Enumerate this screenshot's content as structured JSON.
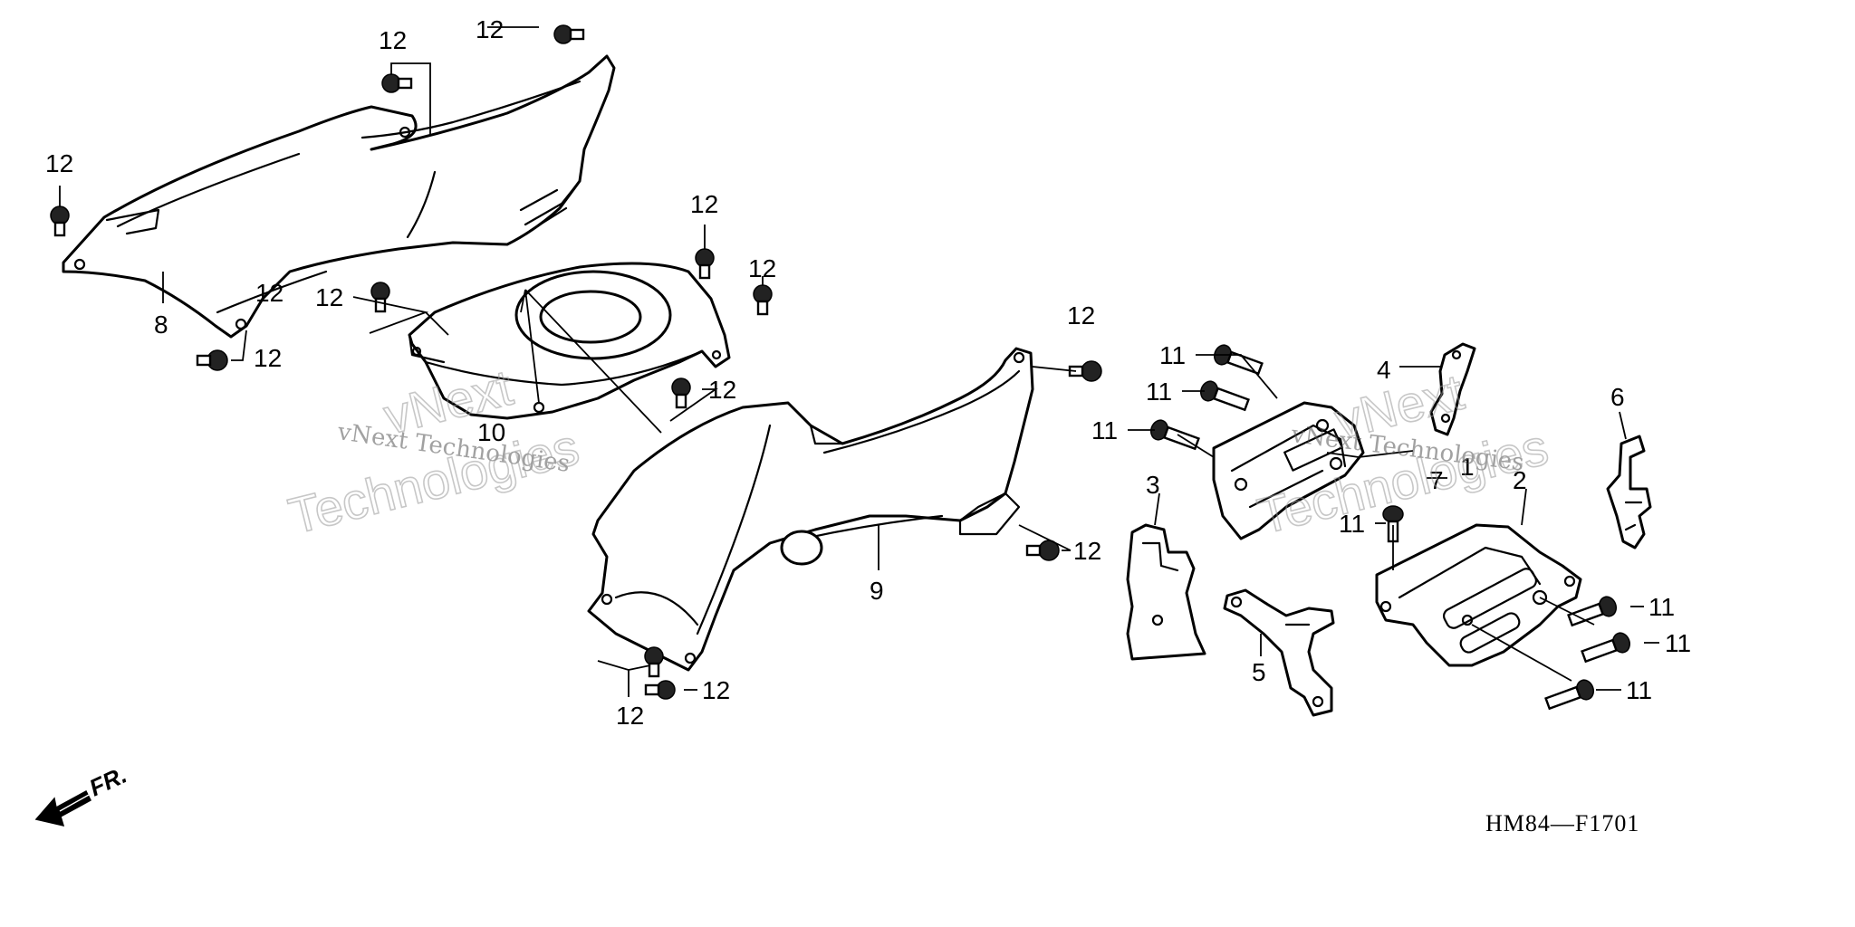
{
  "diagram": {
    "drawing_code": "HM84—F1701",
    "direction_label": "FR.",
    "watermark": {
      "line": "vNext Technologies",
      "big_word_1": "vNext",
      "big_word_2": "Technologies"
    },
    "callouts": [
      {
        "id": "c8",
        "label": "8"
      },
      {
        "id": "c9",
        "label": "9"
      },
      {
        "id": "c10",
        "label": "10"
      },
      {
        "id": "c1",
        "label": "1"
      },
      {
        "id": "c2",
        "label": "2"
      },
      {
        "id": "c3",
        "label": "3"
      },
      {
        "id": "c4",
        "label": "4"
      },
      {
        "id": "c5",
        "label": "5"
      },
      {
        "id": "c6",
        "label": "6"
      },
      {
        "id": "c7",
        "label": "7"
      },
      {
        "id": "c12a",
        "label": "12"
      },
      {
        "id": "c12b",
        "label": "12"
      },
      {
        "id": "c12c",
        "label": "12"
      },
      {
        "id": "c12d",
        "label": "12"
      },
      {
        "id": "c12e",
        "label": "12"
      },
      {
        "id": "c12f",
        "label": "12"
      },
      {
        "id": "c12g",
        "label": "12"
      },
      {
        "id": "c12h",
        "label": "12"
      },
      {
        "id": "c12i",
        "label": "12"
      },
      {
        "id": "c12j",
        "label": "12"
      },
      {
        "id": "c12k",
        "label": "12"
      },
      {
        "id": "c12l",
        "label": "12"
      },
      {
        "id": "c12m",
        "label": "12"
      },
      {
        "id": "c11a",
        "label": "11"
      },
      {
        "id": "c11b",
        "label": "11"
      },
      {
        "id": "c11c",
        "label": "11"
      },
      {
        "id": "c11d",
        "label": "11"
      },
      {
        "id": "c11e",
        "label": "11"
      },
      {
        "id": "c11f",
        "label": "11"
      },
      {
        "id": "c11g",
        "label": "11"
      }
    ]
  }
}
